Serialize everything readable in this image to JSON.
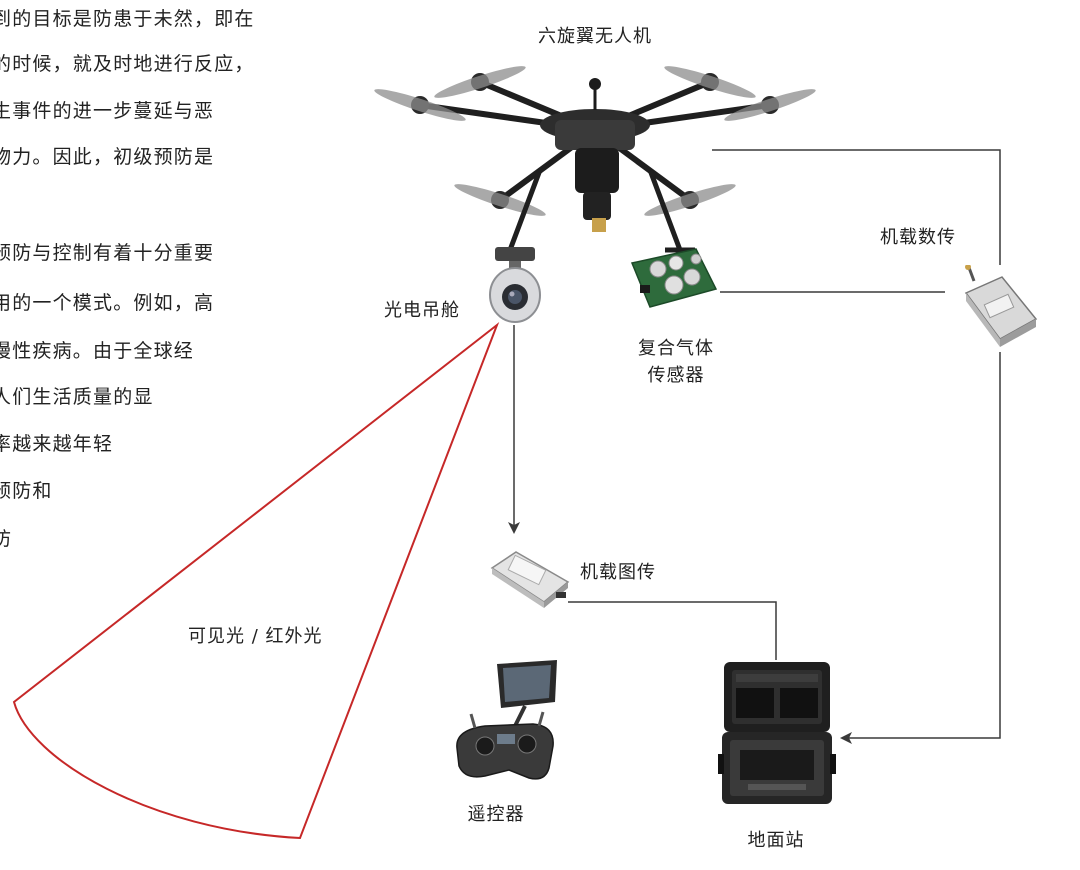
{
  "paragraph_lines": [
    "到的目标是防患于未然，即在",
    "的时候，就及时地进行反应，",
    "生事件的进一步蔓延与恶",
    "物力。因此，初级预防是",
    "预防与控制有着十分重要",
    "用的一个模式。例如，高",
    "慢性疾病。由于全球经",
    "人们生活质量的显",
    "率越来越年轻",
    "预防和",
    "防"
  ],
  "labels": {
    "drone": "六旋翼无人机",
    "gimbal": "光电吊舱",
    "gas_sensor_l1": "复合气体",
    "gas_sensor_l2": "传感器",
    "datalink": "机载数传",
    "video_tx": "机载图传",
    "light": "可见光 / 红外光",
    "remote": "遥控器",
    "ground": "地面站"
  },
  "colors": {
    "line": "#3a3a3a",
    "fov": "#c62828",
    "frame": "#2a2a2a"
  },
  "icons": {
    "drone": "hexacopter-icon",
    "gimbal": "camera-gimbal-icon",
    "sensor": "gas-sensor-board-icon",
    "datalink": "datalink-module-icon",
    "video_tx": "video-transmitter-icon",
    "remote": "remote-controller-icon",
    "ground": "ground-station-case-icon"
  }
}
